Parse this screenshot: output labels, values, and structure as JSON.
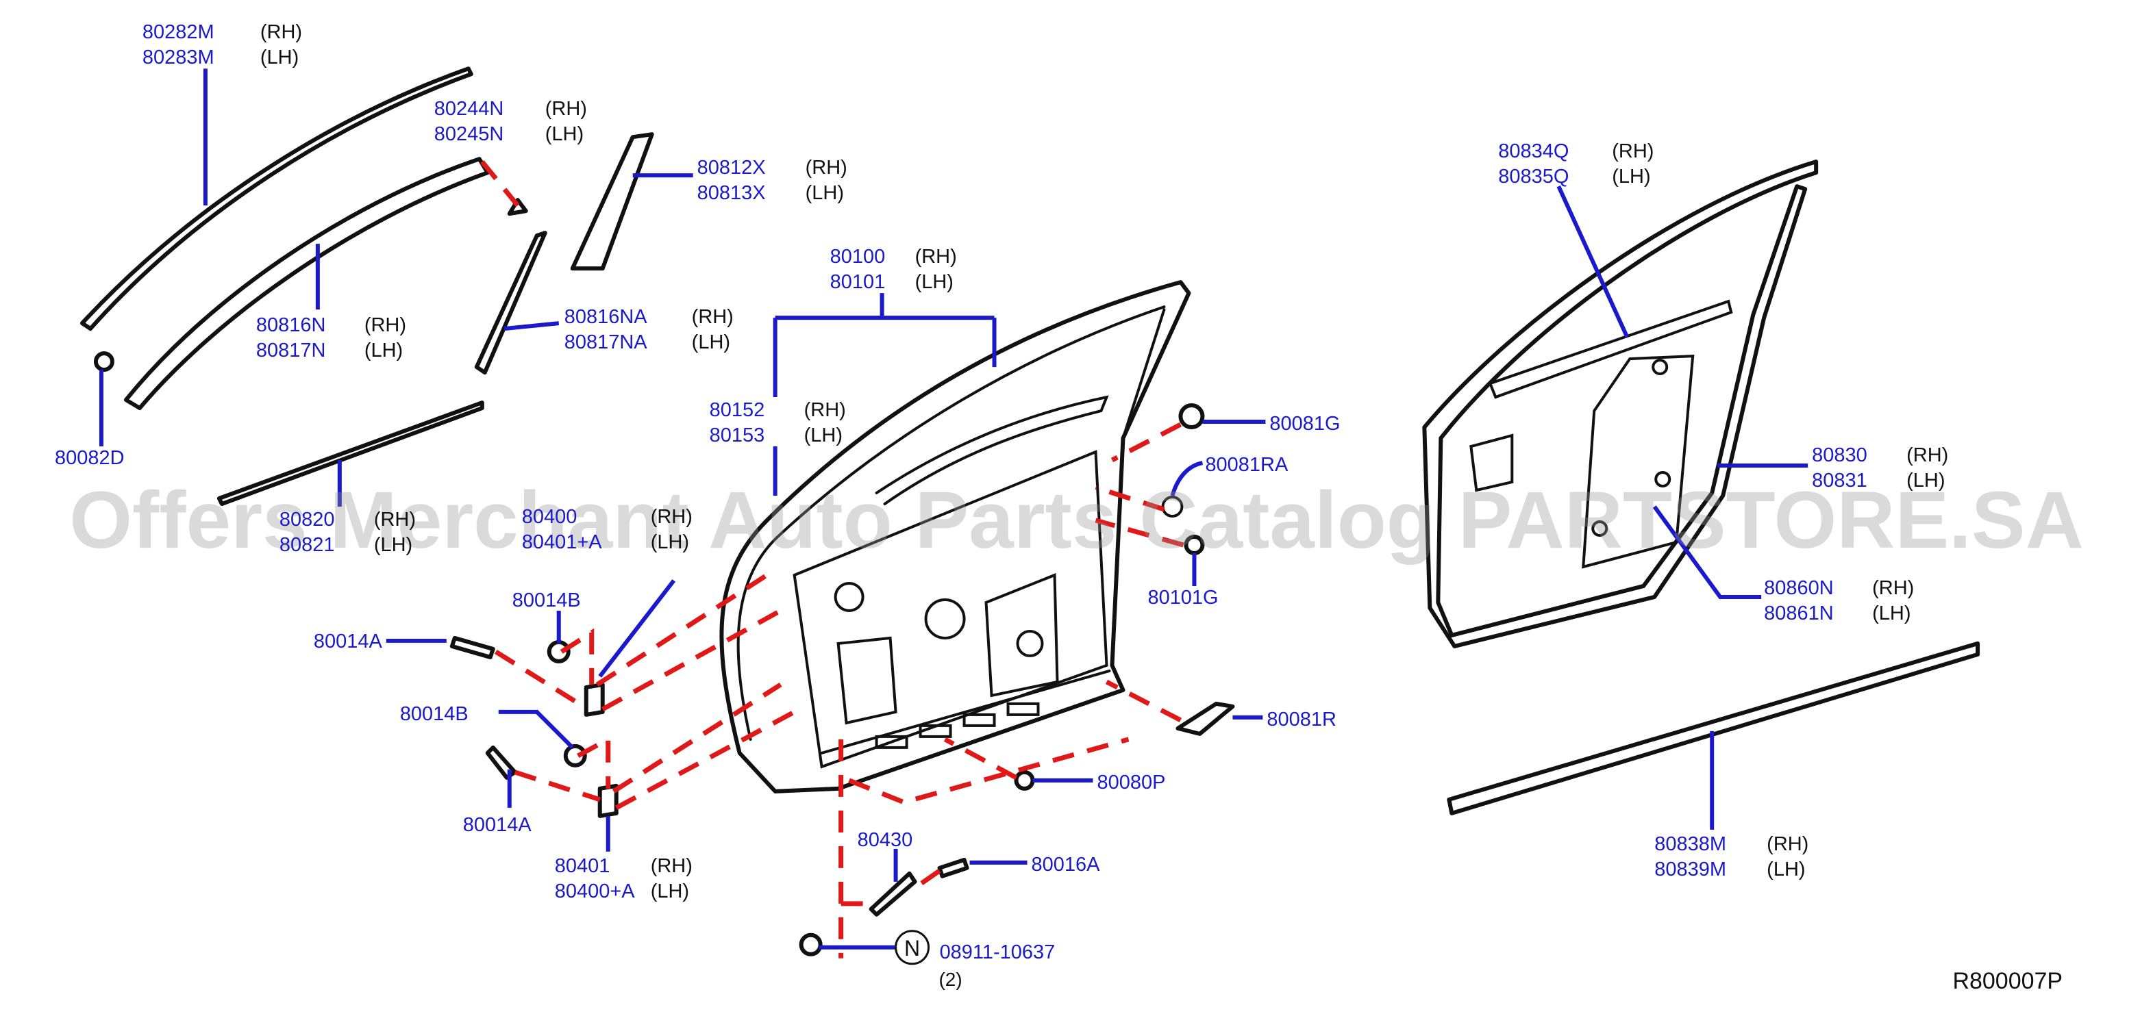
{
  "watermark": "Offers Merchant Auto Parts Catalog PARTSTORE.SA",
  "diagram_ref": "R800007P",
  "fastener_symbol": "N",
  "fastener_qty": "(2)",
  "callouts": [
    {
      "id": "c-80282M",
      "rows": [
        {
          "pn": "80282M",
          "side": "(RH)"
        },
        {
          "pn": "80283M",
          "side": "(LH)"
        }
      ]
    },
    {
      "id": "c-80244N",
      "rows": [
        {
          "pn": "80244N",
          "side": "(RH)"
        },
        {
          "pn": "80245N",
          "side": "(LH)"
        }
      ]
    },
    {
      "id": "c-80812X",
      "rows": [
        {
          "pn": "80812X",
          "side": "(RH)"
        },
        {
          "pn": "80813X",
          "side": "(LH)"
        }
      ]
    },
    {
      "id": "c-80816N",
      "rows": [
        {
          "pn": "80816N",
          "side": "(RH)"
        },
        {
          "pn": "80817N",
          "side": "(LH)"
        }
      ]
    },
    {
      "id": "c-80816NA",
      "rows": [
        {
          "pn": "80816NA",
          "side": "(RH)"
        },
        {
          "pn": "80817NA",
          "side": "(LH)"
        }
      ]
    },
    {
      "id": "c-80082D",
      "rows": [
        {
          "pn": "80082D",
          "side": ""
        }
      ]
    },
    {
      "id": "c-80100",
      "rows": [
        {
          "pn": "80100",
          "side": "(RH)"
        },
        {
          "pn": "80101",
          "side": "(LH)"
        }
      ]
    },
    {
      "id": "c-80152",
      "rows": [
        {
          "pn": "80152",
          "side": "(RH)"
        },
        {
          "pn": "80153",
          "side": "(LH)"
        }
      ]
    },
    {
      "id": "c-80820",
      "rows": [
        {
          "pn": "80820",
          "side": "(RH)"
        },
        {
          "pn": "80821",
          "side": "(LH)"
        }
      ]
    },
    {
      "id": "c-80400",
      "rows": [
        {
          "pn": "80400",
          "side": "(RH)"
        },
        {
          "pn": "80401+A",
          "side": "(LH)"
        }
      ]
    },
    {
      "id": "c-80081G",
      "rows": [
        {
          "pn": "80081G",
          "side": ""
        }
      ]
    },
    {
      "id": "c-80081RA",
      "rows": [
        {
          "pn": "80081RA",
          "side": ""
        }
      ]
    },
    {
      "id": "c-80101G",
      "rows": [
        {
          "pn": "80101G",
          "side": ""
        }
      ]
    },
    {
      "id": "c-80014B-1",
      "rows": [
        {
          "pn": "80014B",
          "side": ""
        }
      ]
    },
    {
      "id": "c-80014A-1",
      "rows": [
        {
          "pn": "80014A",
          "side": ""
        }
      ]
    },
    {
      "id": "c-80014B-2",
      "rows": [
        {
          "pn": "80014B",
          "side": ""
        }
      ]
    },
    {
      "id": "c-80014A-2",
      "rows": [
        {
          "pn": "80014A",
          "side": ""
        }
      ]
    },
    {
      "id": "c-80081R",
      "rows": [
        {
          "pn": "80081R",
          "side": ""
        }
      ]
    },
    {
      "id": "c-80080P",
      "rows": [
        {
          "pn": "80080P",
          "side": ""
        }
      ]
    },
    {
      "id": "c-80401",
      "rows": [
        {
          "pn": "80401",
          "side": "(RH)"
        },
        {
          "pn": "80400+A",
          "side": "(LH)"
        }
      ]
    },
    {
      "id": "c-80430",
      "rows": [
        {
          "pn": "80430",
          "side": ""
        }
      ]
    },
    {
      "id": "c-80016A",
      "rows": [
        {
          "pn": "80016A",
          "side": ""
        }
      ]
    },
    {
      "id": "c-08911",
      "rows": [
        {
          "pn": "08911-10637",
          "side": ""
        }
      ]
    },
    {
      "id": "c-80834Q",
      "rows": [
        {
          "pn": "80834Q",
          "side": "(RH)"
        },
        {
          "pn": "80835Q",
          "side": "(LH)"
        }
      ]
    },
    {
      "id": "c-80830",
      "rows": [
        {
          "pn": "80830",
          "side": "(RH)"
        },
        {
          "pn": "80831",
          "side": "(LH)"
        }
      ]
    },
    {
      "id": "c-80860N",
      "rows": [
        {
          "pn": "80860N",
          "side": "(RH)"
        },
        {
          "pn": "80861N",
          "side": "(LH)"
        }
      ]
    },
    {
      "id": "c-80838M",
      "rows": [
        {
          "pn": "80838M",
          "side": "(RH)"
        },
        {
          "pn": "80839M",
          "side": "(LH)"
        }
      ]
    }
  ]
}
